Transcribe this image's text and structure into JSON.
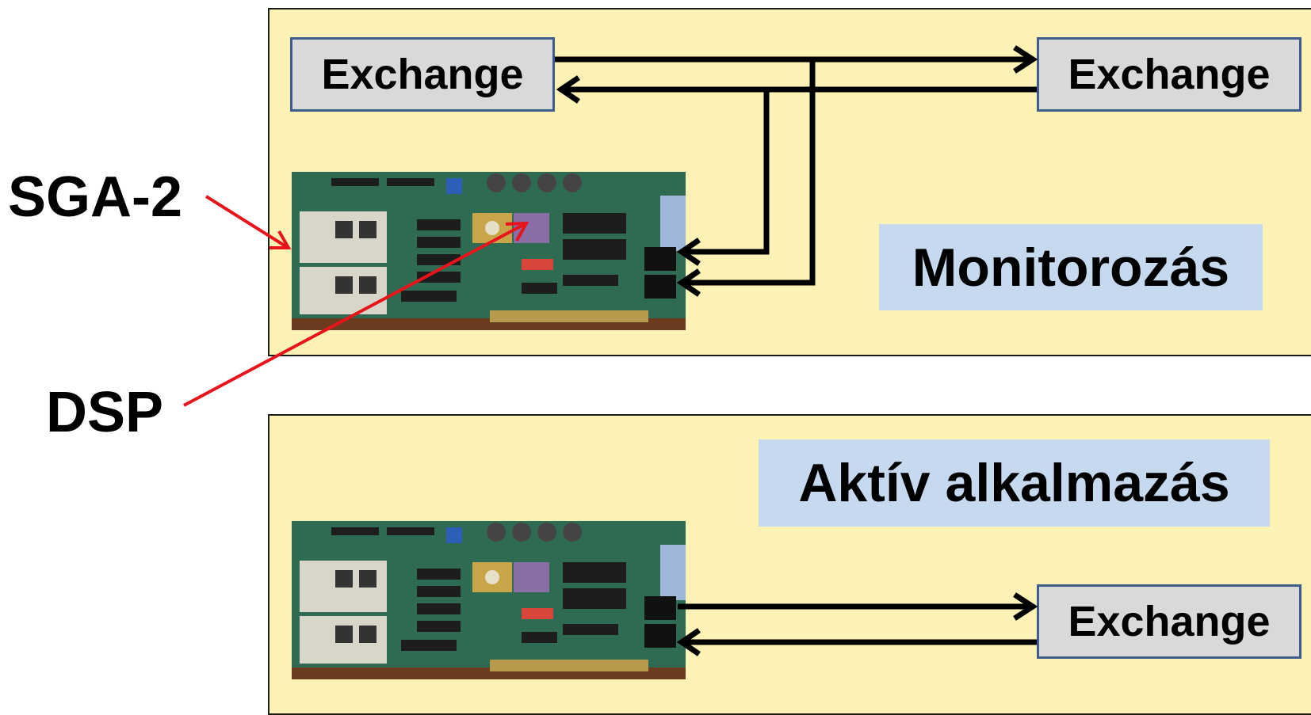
{
  "top_panel": {
    "exchange_left": "Exchange",
    "exchange_right": "Exchange",
    "title": "Monitorozás"
  },
  "bottom_panel": {
    "title": "Aktív alkalmazás",
    "exchange": "Exchange"
  },
  "callouts": {
    "sga": "SGA-2",
    "dsp": "DSP"
  },
  "colors": {
    "panel_bg": "#fdf2b6",
    "exchange_bg": "#d9d9d9",
    "exchange_border": "#3e5d8c",
    "title_bg": "#c6d9ef",
    "callout_arrow": "#e8141c",
    "pcb_green": "#2f6b52"
  },
  "icons": [
    "sga-2-board-photo",
    "arrow-right-icon",
    "arrow-left-icon"
  ]
}
